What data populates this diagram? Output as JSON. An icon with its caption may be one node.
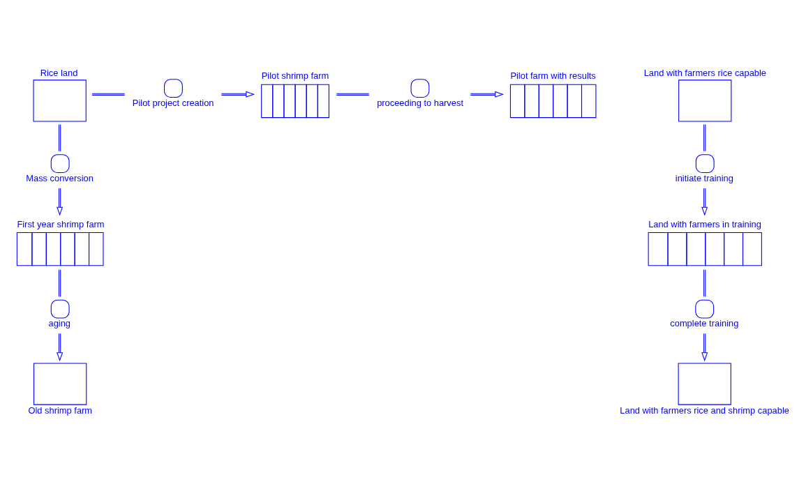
{
  "diagram": {
    "nodes": [
      {
        "text": [
          "Rice land"
        ]
      },
      {
        "text": [
          "Pilot project creation"
        ]
      },
      {
        "text": [
          "Pilot shrimp farm"
        ]
      },
      {
        "text": [
          "proceeding to harvest"
        ]
      },
      {
        "text": [
          "Pilot farm with results"
        ]
      },
      {
        "text": [
          "Mass conversion"
        ]
      },
      {
        "text": [
          "First year shrimp farm"
        ]
      },
      {
        "text": [
          "aging"
        ]
      },
      {
        "text": [
          "Old shrimp farm"
        ]
      },
      {
        "text": [
          "Land with farmers rice capable"
        ]
      },
      {
        "text": [
          "initiate training"
        ]
      },
      {
        "text": [
          "Land with farmers in training"
        ]
      },
      {
        "text": [
          "complete training"
        ]
      },
      {
        "text": [
          "Land with farmers rice and shrimp capable"
        ]
      }
    ],
    "edges": [
      {
        "from": 0,
        "to": 1,
        "arrow": "none"
      },
      {
        "from": 1,
        "to": 2,
        "arrow": "to"
      },
      {
        "from": 2,
        "to": 3,
        "arrow": "none"
      },
      {
        "from": 3,
        "to": 4,
        "arrow": "to"
      },
      {
        "from": 0,
        "to": 5,
        "arrow": "none"
      },
      {
        "from": 5,
        "to": 6,
        "arrow": "to"
      },
      {
        "from": 6,
        "to": 7,
        "arrow": "none"
      },
      {
        "from": 7,
        "to": 8,
        "arrow": "to"
      },
      {
        "from": 9,
        "to": 10,
        "arrow": "none"
      },
      {
        "from": 10,
        "to": 11,
        "arrow": "to"
      },
      {
        "from": 11,
        "to": 12,
        "arrow": "none"
      },
      {
        "from": 12,
        "to": 13,
        "arrow": "to"
      }
    ]
  }
}
